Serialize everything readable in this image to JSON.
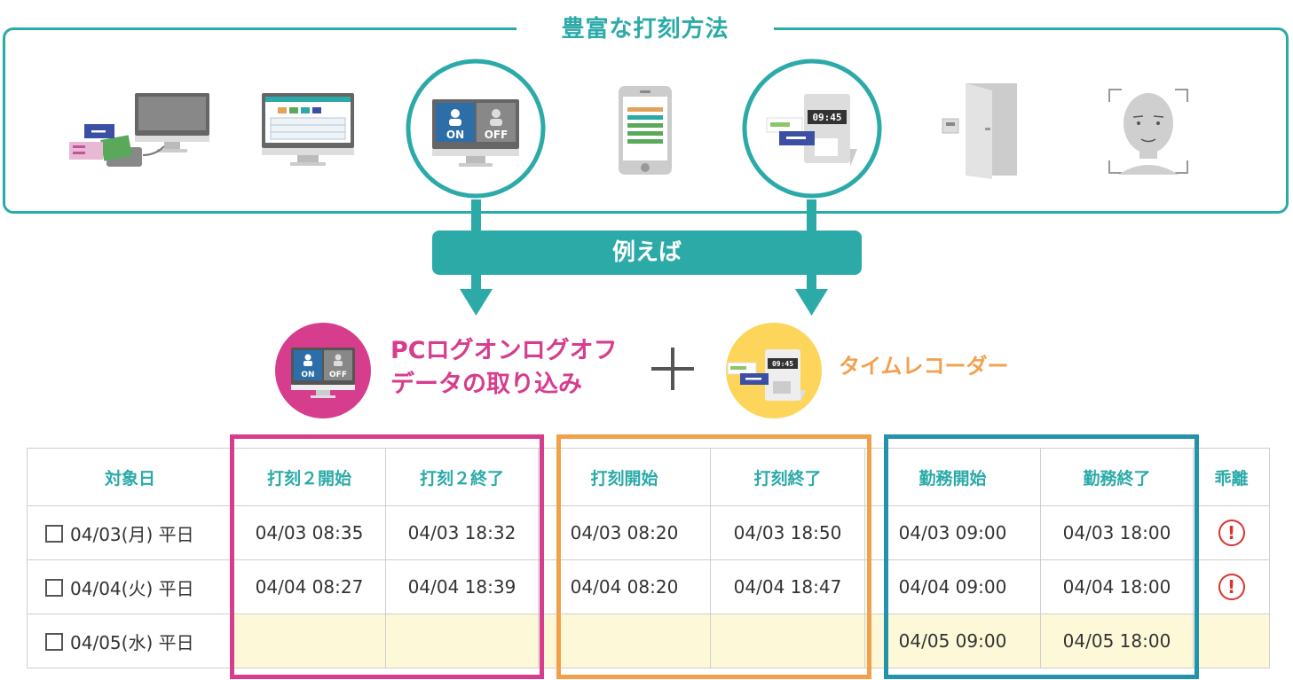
{
  "title": "豊富な打刻方法",
  "example_label": "例えば",
  "icons": [
    {
      "name": "ic-card-reader-icon"
    },
    {
      "name": "web-browser-icon"
    },
    {
      "name": "pc-logon-icon",
      "on": "ON",
      "off": "OFF"
    },
    {
      "name": "smartphone-icon"
    },
    {
      "name": "time-recorder-icon",
      "time": "09:45"
    },
    {
      "name": "door-access-icon"
    },
    {
      "name": "face-recognition-icon"
    }
  ],
  "pc_method": {
    "line1": "PCログオンログオフ",
    "line2": "データの取り込み",
    "on": "ON",
    "off": "OFF"
  },
  "plus": "＋",
  "time_recorder": {
    "label": "タイムレコーダー",
    "time": "09:45"
  },
  "table": {
    "headers": [
      "対象日",
      "打刻２開始",
      "打刻２終了",
      "打刻開始",
      "打刻終了",
      "勤務開始",
      "勤務終了",
      "乖離"
    ],
    "rows": [
      {
        "date": "04/03(月) 平日",
        "p2s": "04/03 08:35",
        "p2e": "04/03 18:32",
        "ps": "04/03 08:20",
        "pe": "04/03 18:50",
        "ws": "04/03 09:00",
        "we": "04/03 18:00",
        "alert": "!"
      },
      {
        "date": "04/04(火) 平日",
        "p2s": "04/04 08:27",
        "p2e": "04/04 18:39",
        "ps": "04/04 08:20",
        "pe": "04/04 18:47",
        "ws": "04/04 09:00",
        "we": "04/04 18:00",
        "alert": "!"
      },
      {
        "date": "04/05(水) 平日",
        "p2s": "",
        "p2e": "",
        "ps": "",
        "pe": "",
        "ws": "04/05 09:00",
        "we": "04/05 18:00",
        "alert": ""
      }
    ]
  },
  "colors": {
    "teal": "#2baaa8",
    "magenta": "#d63d8d",
    "orange": "#f2a04c",
    "blue": "#2393a9",
    "highlight": "#fdf8d8",
    "alert": "#d9342b"
  }
}
